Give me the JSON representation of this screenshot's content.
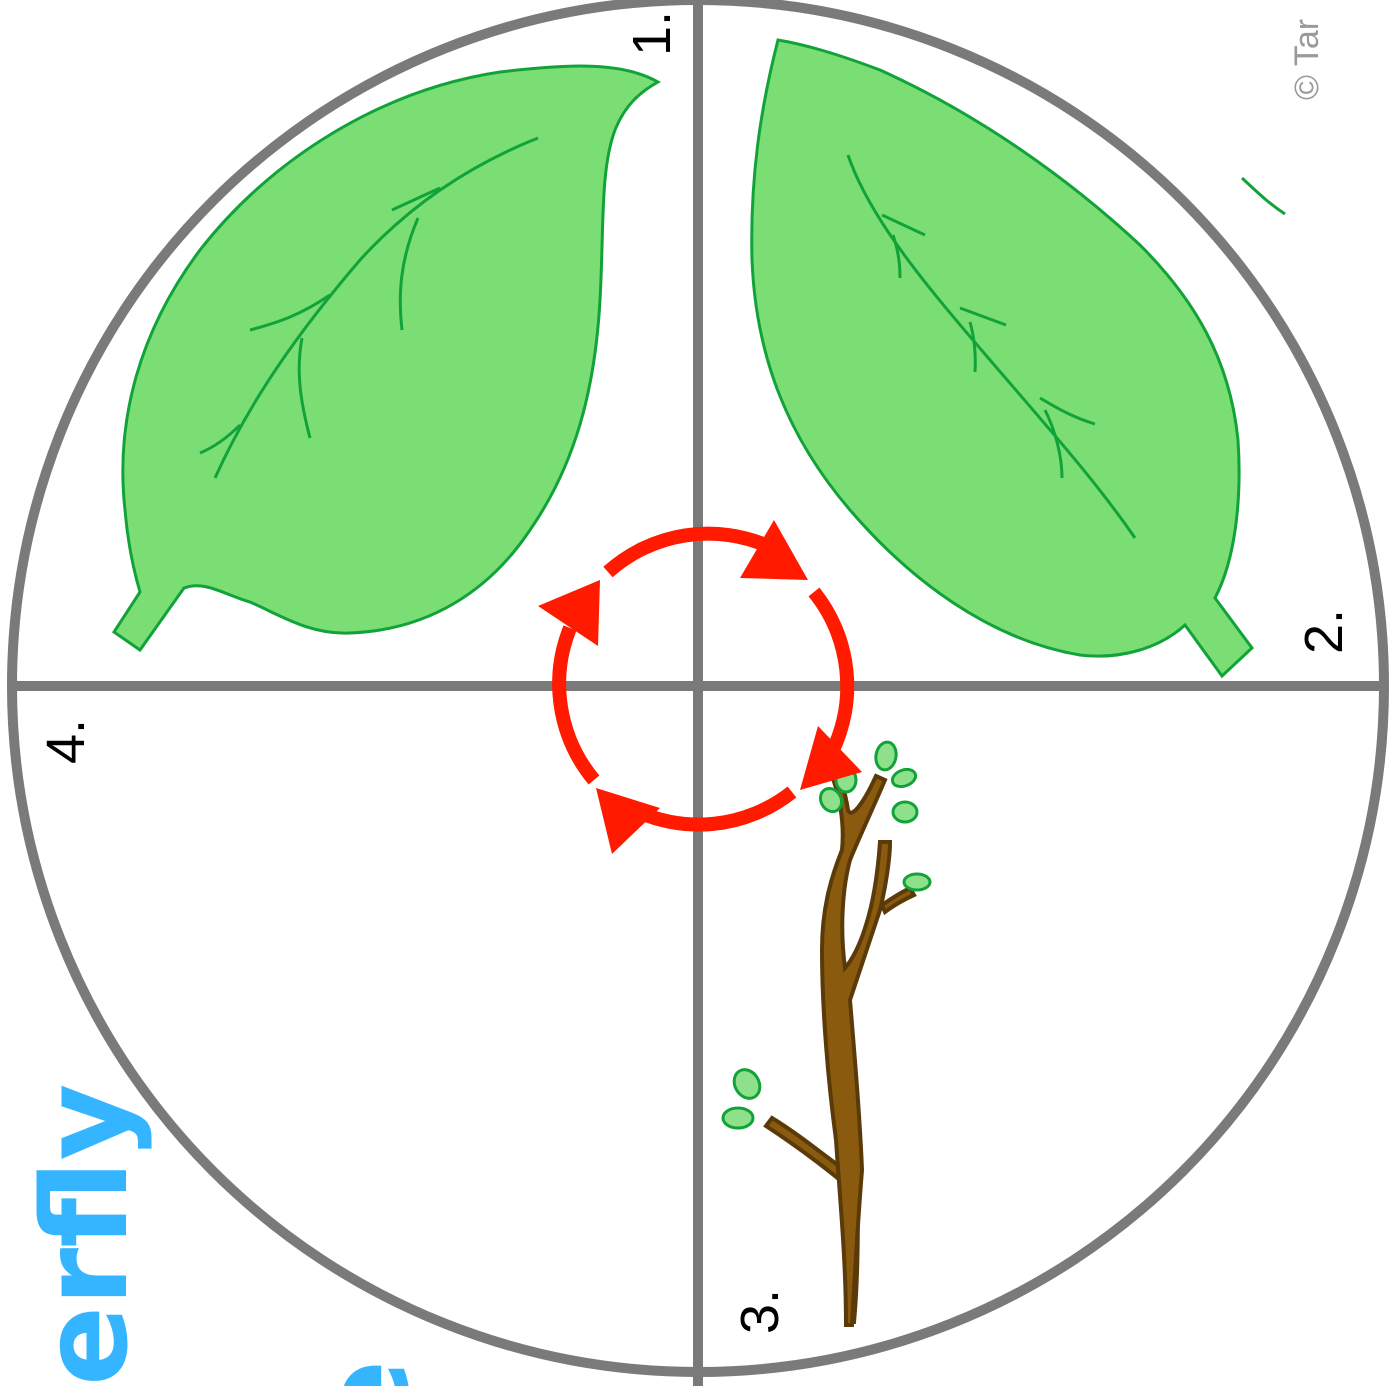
{
  "quadrant_labels": {
    "q1": "1.",
    "q2": "2.",
    "q3": "3.",
    "q4": "4."
  },
  "title_fragment": "erfly",
  "title_fragment_2": "e",
  "copyright": "© Tar",
  "colors": {
    "ring": "#7a7a7a",
    "arrows": "#ff1a00",
    "leaf_fill": "#7ade74",
    "leaf_stroke": "#11a33a",
    "twig_fill": "#8a5a0e",
    "twig_stroke": "#5a3a08",
    "bud_fill": "#8fe08a",
    "title": "#35b5ff",
    "copyright": "#9a9a9a"
  },
  "icons": {
    "leaf_1": "leaf-icon",
    "leaf_2": "leaf-icon",
    "twig": "twig-with-buds-icon",
    "cycle": "cycle-arrows-icon"
  }
}
